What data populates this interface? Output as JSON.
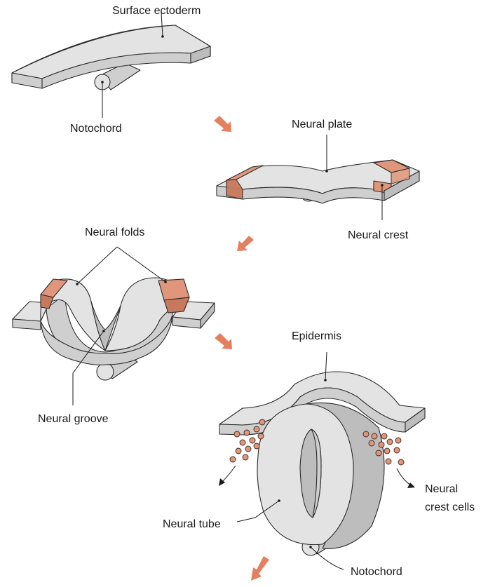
{
  "labels": {
    "surface_ectoderm": "Surface ectoderm",
    "notochord_1": "Notochord",
    "neural_plate": "Neural plate",
    "neural_crest": "Neural crest",
    "neural_folds": "Neural folds",
    "neural_groove": "Neural groove",
    "epidermis": "Epidermis",
    "neural_crest_cells_line1": "Neural",
    "neural_crest_cells_line2": "crest cells",
    "neural_tube": "Neural tube",
    "notochord_2": "Notochord"
  },
  "colors": {
    "crest": "#e0967a",
    "tissue": "#e3e3e3",
    "arrow": "#e4805f"
  }
}
